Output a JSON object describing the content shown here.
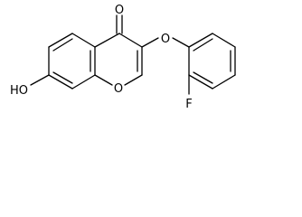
{
  "structure": {
    "atoms": {
      "carbonyl_o": "O",
      "ether_o": "O",
      "ring_o": "O",
      "hydroxyl": "HO",
      "fluorine": "F"
    }
  }
}
